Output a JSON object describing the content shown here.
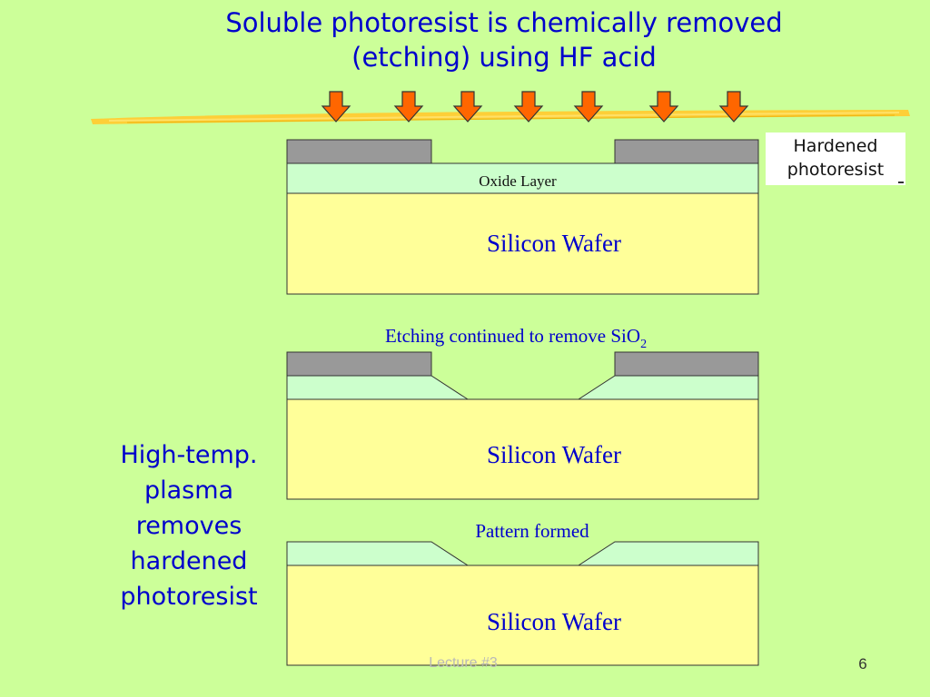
{
  "title": {
    "line1": "Soluble photoresist is chemically removed",
    "line2": "(etching) using HF acid"
  },
  "legend": {
    "line1": "Hardened",
    "line2": "photoresist"
  },
  "diagram1": {
    "oxide_label": "Oxide Layer",
    "wafer_label": "Silicon Wafer"
  },
  "diagram2": {
    "caption_main": "Etching continued to remove SiO",
    "caption_sub": "2",
    "wafer_label": "Silicon Wafer"
  },
  "diagram3": {
    "caption": "Pattern formed",
    "wafer_label": "Silicon Wafer"
  },
  "side_note": {
    "line1": "High-temp.",
    "line2": "plasma",
    "line3": "removes",
    "line4": "hardened",
    "line5": "photoresist"
  },
  "footer": {
    "lecture": "Lecture #3",
    "page": "6"
  },
  "colors": {
    "background": "#CCFF99",
    "wafer": "#FFFF99",
    "oxide": "#CCFFCC",
    "photoresist": "#999999",
    "arrow": "#FF6600",
    "text_blue": "#0000CC"
  }
}
